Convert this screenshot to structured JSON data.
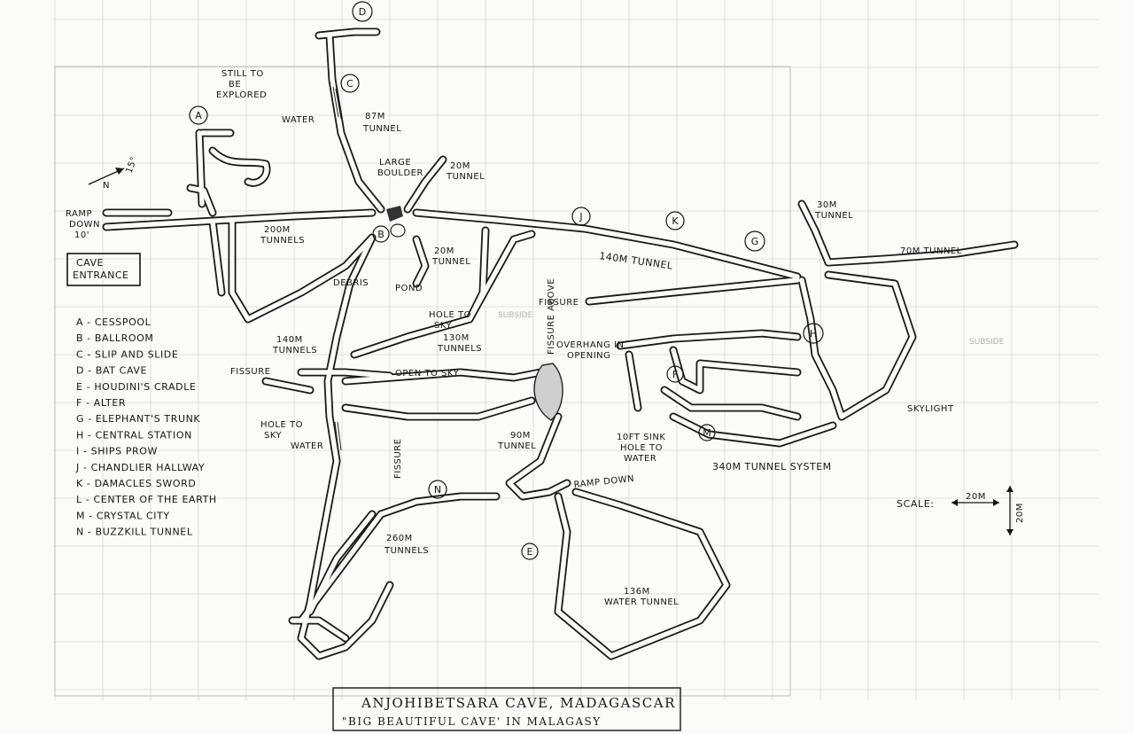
{
  "title": {
    "line1": "ANJOHIBETSARA CAVE, MADAGASCAR",
    "line2": "\"BIG BEAUTIFUL CAVE' IN MALAGASY"
  },
  "entrance": {
    "label_line1": "CAVE",
    "label_line2": "ENTRANCE"
  },
  "legend": [
    {
      "key": "A",
      "text": "A - CESSPOOL"
    },
    {
      "key": "B",
      "text": "B - BALLROOM"
    },
    {
      "key": "C",
      "text": "C - SLIP AND SLIDE"
    },
    {
      "key": "D",
      "text": "D - BAT CAVE"
    },
    {
      "key": "E",
      "text": "E - HOUDINI'S CRADLE"
    },
    {
      "key": "F",
      "text": "F - ALTER"
    },
    {
      "key": "G",
      "text": "G - ELEPHANT'S TRUNK"
    },
    {
      "key": "H",
      "text": "H - CENTRAL STATION"
    },
    {
      "key": "I",
      "text": "I - SHIPS PROW"
    },
    {
      "key": "J",
      "text": "J - CHANDLIER HALLWAY"
    },
    {
      "key": "K",
      "text": "K - DAMACLES SWORD"
    },
    {
      "key": "L",
      "text": "L - CENTER OF THE EARTH"
    },
    {
      "key": "M",
      "text": "M - CRYSTAL CITY"
    },
    {
      "key": "N",
      "text": "N - BUZZKILL TUNNEL"
    }
  ],
  "markers": {
    "A": "A",
    "B": "B",
    "C": "C",
    "D": "D",
    "E": "E",
    "F": "F",
    "G": "G",
    "H": "H",
    "J": "J",
    "K": "K",
    "M": "M",
    "N": "N"
  },
  "labels": {
    "still_to_1": "STILL TO",
    "still_to_2": "BE",
    "still_to_3": "EXPLORED",
    "water_top": "WATER",
    "t87_1": "87M",
    "t87_2": "TUNNEL",
    "large_boulder_1": "LARGE",
    "large_boulder_2": "BOULDER",
    "t20a_1": "20M",
    "t20a_2": "TUNNEL",
    "ramp_1": "RAMP",
    "ramp_2": "DOWN",
    "ramp_3": "10'",
    "t200_1": "200M",
    "t200_2": "TUNNELS",
    "t20b_1": "20M",
    "t20b_2": "TUNNEL",
    "debris": "DEBRIS",
    "pond": "POND",
    "t140": "140M TUNNEL",
    "t30_1": "30M",
    "t30_2": "TUNNEL",
    "t70": "70M TUNNEL",
    "fissure_right": "FISSURE",
    "fissure_above": "FISSURE ABOVE",
    "hole_sky_1": "HOLE TO",
    "hole_sky_2": "SKY",
    "t130_1": "130M",
    "t130_2": "TUNNELS",
    "t140b_1": "140M",
    "t140b_2": "TUNNELS",
    "fissure_left": "FISSURE",
    "open_sky": "OPEN TO SKY",
    "overhang_1": "OVERHANG IN",
    "overhang_2": "OPENING",
    "hole_sky2_1": "HOLE TO",
    "hole_sky2_2": "SKY",
    "water_mid": "WATER",
    "fissure_vert": "FISSURE",
    "t90_1": "90M",
    "t90_2": "TUNNEL",
    "sink_1": "10FT SINK",
    "sink_2": "HOLE TO",
    "sink_3": "WATER",
    "skylight": "SKYLIGHT",
    "t340": "340M TUNNEL SYSTEM",
    "ramp_down": "RAMP DOWN",
    "t260_1": "260M",
    "t260_2": "TUNNELS",
    "t136_1": "136M",
    "t136_2": "WATER TUNNEL",
    "north": "N",
    "angle": "15°"
  },
  "scale": {
    "label": "SCALE:",
    "horizontal": "20M",
    "vertical": "20M"
  },
  "colors": {
    "ink": "#151515",
    "paper": "#fbfbf9",
    "grid": "#d9d9d6"
  }
}
